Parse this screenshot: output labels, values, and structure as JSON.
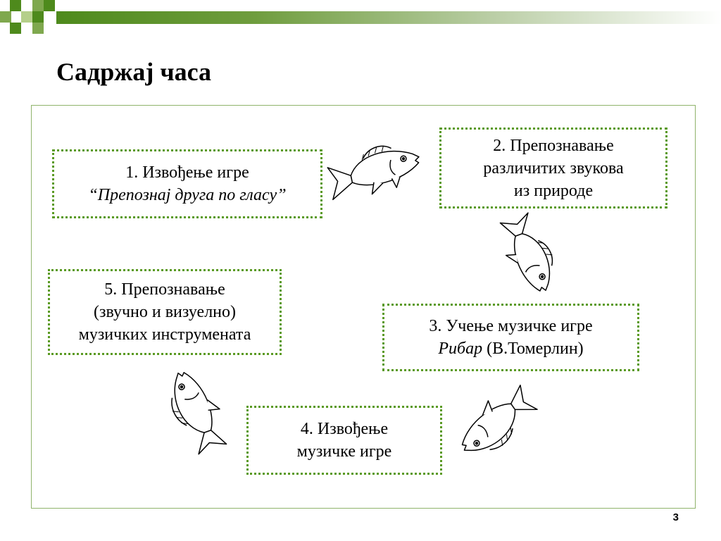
{
  "slide": {
    "title": "Садржај часа",
    "page_number": "3"
  },
  "steps": [
    {
      "line1": "1. Извођење игре",
      "line2": "“Препознај друга по гласу”"
    },
    {
      "line1": "2. Препознавање",
      "line2": "различитих звукова",
      "line3": "из природе"
    },
    {
      "line1": "3. Учење музичке игре",
      "line2_italic": "Рибар",
      "line2_rest": " (В.Томерлин)"
    },
    {
      "line1": "4. Извођење",
      "line2": "музичке игре"
    },
    {
      "line1": "5. Препознавање",
      "line2": "(звучно и визуелно)",
      "line3": "музичких инструмената"
    }
  ],
  "colors": {
    "accent_dark": "#4e8a1c",
    "accent_light": "#b9cda4",
    "dotted_border": "#5a9a22",
    "frame_border": "#8fb36b"
  },
  "icons": [
    "fish-icon",
    "fish-icon",
    "fish-icon",
    "fish-icon"
  ]
}
